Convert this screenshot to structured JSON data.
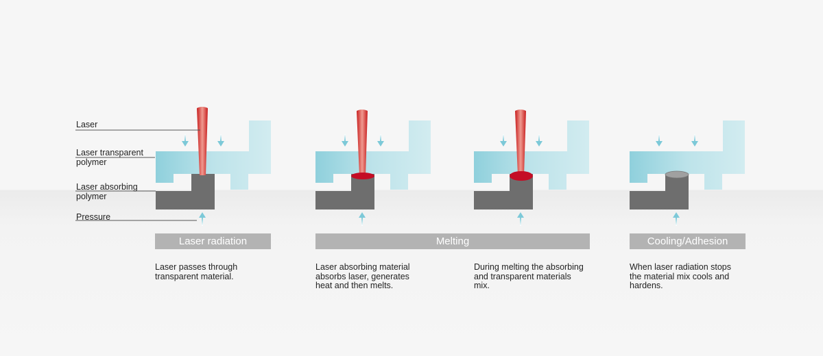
{
  "labels": {
    "laser": "Laser",
    "transparent": "Laser transparent polymer",
    "absorbing": "Laser absorbing polymer",
    "pressure": "Pressure"
  },
  "stages": [
    {
      "title": "Laser radiation"
    },
    {
      "title": "Melting"
    },
    {
      "title": "Cooling/Adhesion"
    }
  ],
  "descriptions": [
    "Laser passes through transparent material.",
    "Laser absorbing material absorbs laser, generates heat and then melts.",
    "During melting the absorbing and transparent materials mix.",
    "When laser radiation stops the material mix cools and hardens."
  ],
  "colors": {
    "polymer": "#8fd0dc",
    "absorber": "#6e6e6e",
    "laser": "#d42a2a",
    "melt": "#c40d25",
    "bar": "#b3b3b3"
  }
}
